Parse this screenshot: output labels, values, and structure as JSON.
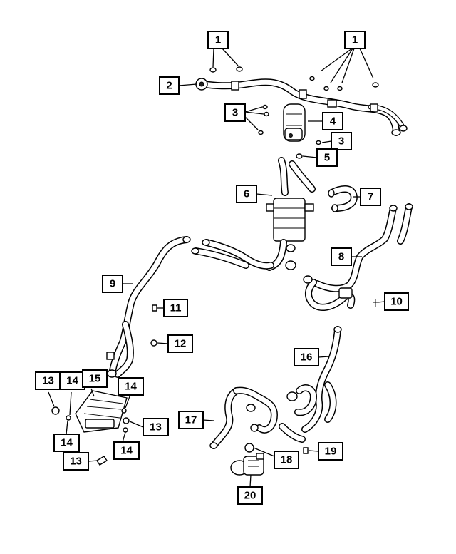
{
  "callouts": [
    {
      "id": "c1a",
      "label": "1"
    },
    {
      "id": "c1b",
      "label": "1"
    },
    {
      "id": "c2",
      "label": "2"
    },
    {
      "id": "c3a",
      "label": "3"
    },
    {
      "id": "c3b",
      "label": "3"
    },
    {
      "id": "c4",
      "label": "4"
    },
    {
      "id": "c5",
      "label": "5"
    },
    {
      "id": "c6",
      "label": "6"
    },
    {
      "id": "c7",
      "label": "7"
    },
    {
      "id": "c8",
      "label": "8"
    },
    {
      "id": "c9",
      "label": "9"
    },
    {
      "id": "c10",
      "label": "10"
    },
    {
      "id": "c11",
      "label": "11"
    },
    {
      "id": "c12",
      "label": "12"
    },
    {
      "id": "c13a",
      "label": "13"
    },
    {
      "id": "c13b",
      "label": "13"
    },
    {
      "id": "c13c",
      "label": "13"
    },
    {
      "id": "c14a",
      "label": "14"
    },
    {
      "id": "c14b",
      "label": "14"
    },
    {
      "id": "c14c",
      "label": "14"
    },
    {
      "id": "c14d",
      "label": "14"
    },
    {
      "id": "c15",
      "label": "15"
    },
    {
      "id": "c16",
      "label": "16"
    },
    {
      "id": "c17",
      "label": "17"
    },
    {
      "id": "c18",
      "label": "18"
    },
    {
      "id": "c19",
      "label": "19"
    },
    {
      "id": "c20",
      "label": "20"
    }
  ]
}
